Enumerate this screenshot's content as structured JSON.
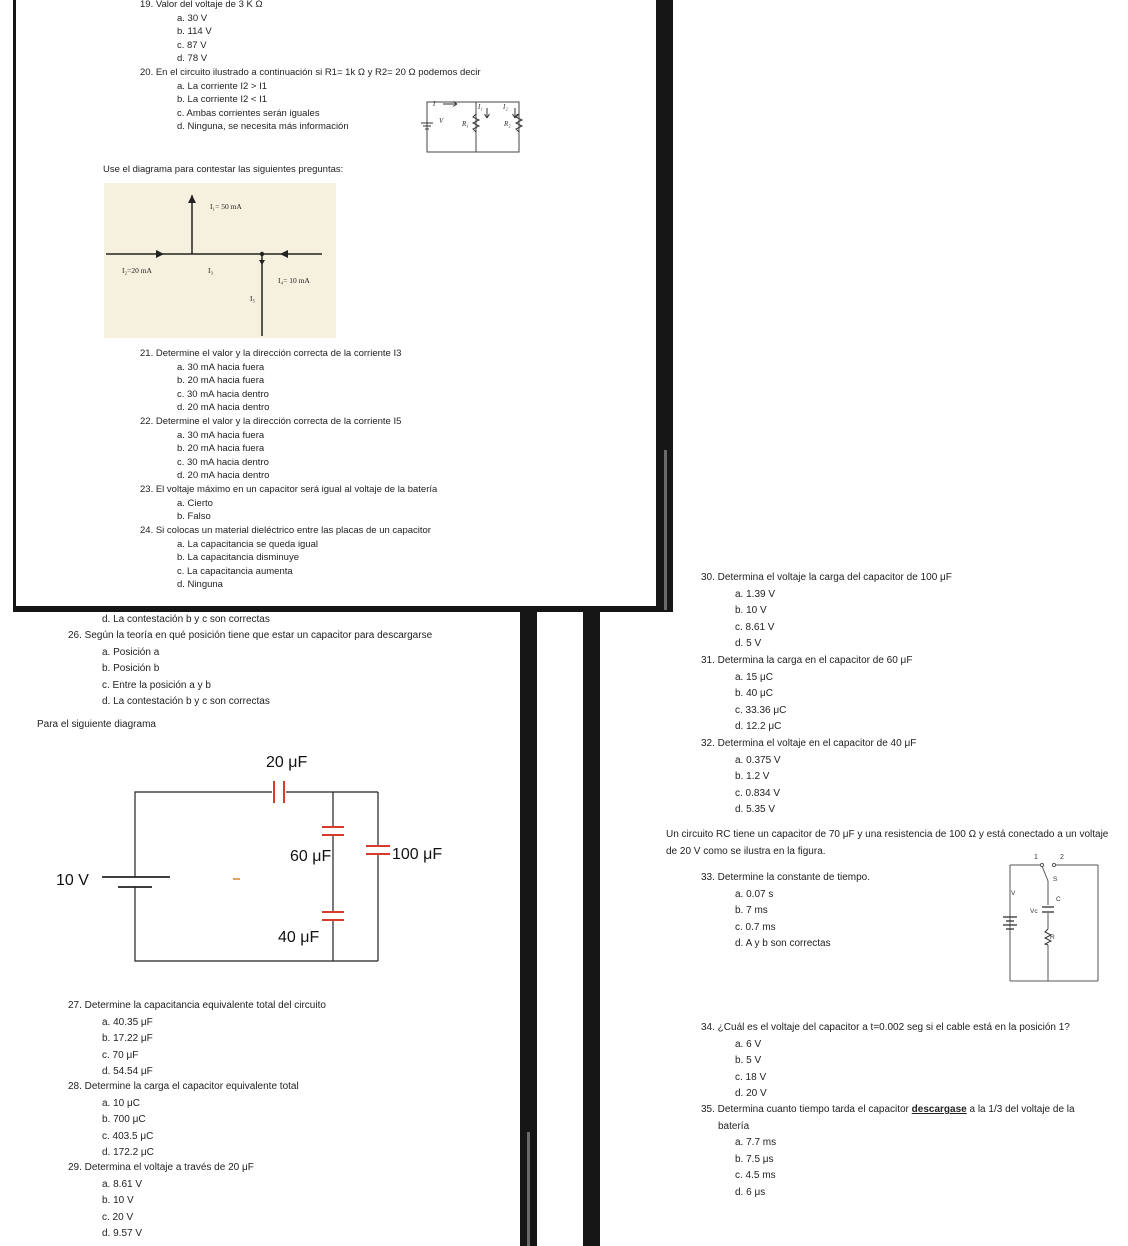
{
  "top_section": {
    "q19": {
      "question": "19. Valor del voltaje de 3 K Ω",
      "options": [
        "a.  30 V",
        "b.  114 V",
        "c.  87 V",
        "d.  78 V"
      ]
    },
    "q20": {
      "question": "20. En el circuito ilustrado a continuación si R1= 1k Ω  y R2= 20 Ω podemos decir",
      "options": [
        "a.  La corriente I2 > I1",
        "b.  La corriente I2 < I1",
        "c.  Ambas corrientes serán iguales",
        "d.  Ninguna, se necesita más información"
      ]
    },
    "q20_circuit": {
      "current": "I",
      "source": "V",
      "i1": "I₁",
      "i2": "I₂",
      "r1": "R₁",
      "r2": "R₂"
    },
    "diagram_intro": "Use el diagrama para contestar las siguientes preguntas:",
    "node_diagram": {
      "i1": "I₁= 50 mA",
      "i2": "I₂=20 mA",
      "i3": "I₃",
      "i4": "I₄= 10 mA",
      "i5": "I₅"
    },
    "q21": {
      "question": "21. Determine el valor y la dirección correcta de la corriente I3",
      "options": [
        "a.  30 mA hacia fuera",
        "b.  20 mA hacia fuera",
        "c.  30 mA hacia dentro",
        "d.  20 mA hacia dentro"
      ]
    },
    "q22": {
      "question": "22. Determine el valor y la dirección correcta de la corriente I5",
      "options": [
        "a.  30 mA hacia fuera",
        "b.  20 mA hacia fuera",
        "c.  30 mA hacia dentro",
        "d.  20 mA hacia dentro"
      ]
    },
    "q23": {
      "question": "23. El voltaje máximo en un capacitor será igual al voltaje de la batería",
      "options": [
        "a.  Cierto",
        "b.  Falso"
      ]
    },
    "q24": {
      "question": "24. Si colocas un material dieléctrico entre las placas de un capacitor",
      "options": [
        "a.  La capacitancia se queda igual",
        "b.  La capacitancia disminuye",
        "c.  La capacitancia aumenta",
        "d.  Ninguna"
      ]
    }
  },
  "bottom_left": {
    "q25_tail": "d.  La contestación b y c son correctas",
    "q26": {
      "question": "26. Según la teoría en qué posición tiene que estar un capacitor para descargarse",
      "options": [
        "a.  Posición a",
        "b.  Posición b",
        "c.  Entre la posición a y b",
        "d.  La contestación b y c son correctas"
      ]
    },
    "diagram_intro": "Para el siguiente diagrama",
    "cap_circuit": {
      "battery": "10 V",
      "c20": "20 μF",
      "c60": "60 μF",
      "c100": "100 μF",
      "c40": "40 μF"
    },
    "q27": {
      "question": "27. Determine la capacitancia equivalente total del circuito",
      "options": [
        "a.  40.35 μF",
        "b.  17.22 μF",
        "c.  70 μF",
        "d.  54.54 μF"
      ]
    },
    "q28": {
      "question": "28. Determine la carga el capacitor equivalente total",
      "options": [
        "a.  10 μC",
        "b.  700 μC",
        "c.  403.5 μC",
        "d.  172.2 μC"
      ]
    },
    "q29": {
      "question": "29. Determina el voltaje a través de 20 μF",
      "options": [
        "a.  8.61 V",
        "b.  10 V",
        "c.  20 V",
        "d.  9.57 V"
      ]
    }
  },
  "right_column": {
    "q30": {
      "question": "30. Determina el voltaje la carga del capacitor de 100 μF",
      "options": [
        "a.  1.39 V",
        "b.  10 V",
        "c.  8.61 V",
        "d.  5 V"
      ]
    },
    "q31": {
      "question": "31. Determina la carga en el capacitor de 60 μF",
      "options": [
        "a.  15 μC",
        "b.  40 μC",
        "c.  33.36 μC",
        "d.  12.2 μC"
      ]
    },
    "q32": {
      "question": "32. Determina el voltaje en el capacitor de 40 μF",
      "options": [
        "a.  0.375 V",
        "b.  1.2 V",
        "c.  0.834 V",
        "d.  5.35 V"
      ]
    },
    "rc_intro_line1": "Un circuito RC tiene un capacitor de 70 μF y una resistencia de 100 Ω y está conectado a un voltaje",
    "rc_intro_line2": "de 20 V como se ilustra en la figura.",
    "rc_circuit": {
      "pos1": "1",
      "pos2": "2",
      "switch": "S",
      "battery": "V",
      "cap": "C",
      "vc": "Vc",
      "res": "R"
    },
    "q33": {
      "question": "33. Determine la constante de tiempo.",
      "options": [
        "a.  0.07 s",
        "b.  7 ms",
        "c.  0.7 ms",
        "d.  A y b son correctas"
      ]
    },
    "q34": {
      "question": "34. ¿Cuál es el voltaje del capacitor a t=0.002 seg si el cable está en la posición 1?",
      "options": [
        "a.  6 V",
        "b.  5 V",
        "c.  18 V",
        "d.  20 V"
      ]
    },
    "q35": {
      "question_pre": "35. Determina cuanto tiempo tarda el capacitor ",
      "question_bold": "descargase",
      "question_post": " a la 1/3 del voltaje de la",
      "question_line2": "batería",
      "options": [
        "a.  7.7 ms",
        "b.  7.5 μs",
        "c.  4.5 ms",
        "d.  6 μs"
      ]
    }
  }
}
